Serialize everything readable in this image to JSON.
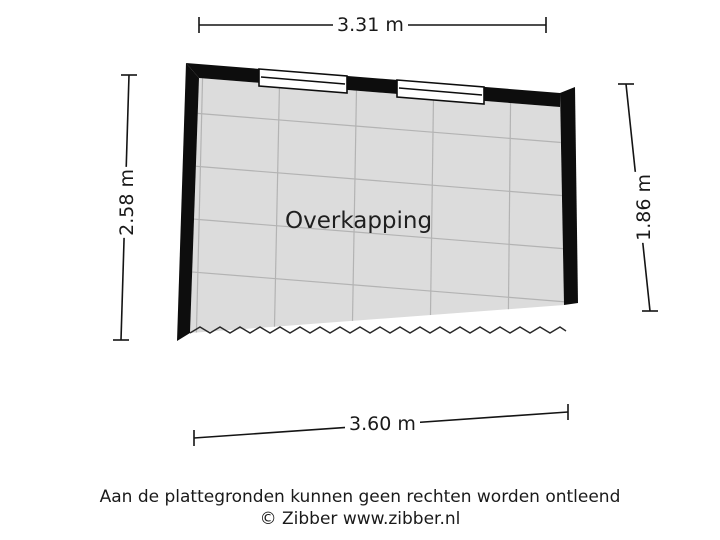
{
  "room": {
    "name": "Overkapping"
  },
  "dimensions": {
    "top": "3.31 m",
    "left": "2.58 m",
    "right": "1.86 m",
    "bottom": "3.60 m"
  },
  "footer": {
    "line1": "Aan de plattegronden kunnen geen rechten worden ontleend",
    "line2": "© Zibber www.zibber.nl"
  },
  "colors": {
    "wall": "#0d0d0d",
    "floor_fill": "#dcdcdc",
    "grid_line": "#b4b4b4",
    "dimension_line": "#141414",
    "text": "#1a1a1a",
    "background": "#ffffff"
  },
  "chart_data": {
    "type": "floorplan",
    "title": "Overkapping",
    "measurements": [
      {
        "side": "top",
        "value": 3.31,
        "unit": "m"
      },
      {
        "side": "left",
        "value": 2.58,
        "unit": "m"
      },
      {
        "side": "right",
        "value": 1.86,
        "unit": "m"
      },
      {
        "side": "bottom",
        "value": 3.6,
        "unit": "m"
      }
    ]
  }
}
